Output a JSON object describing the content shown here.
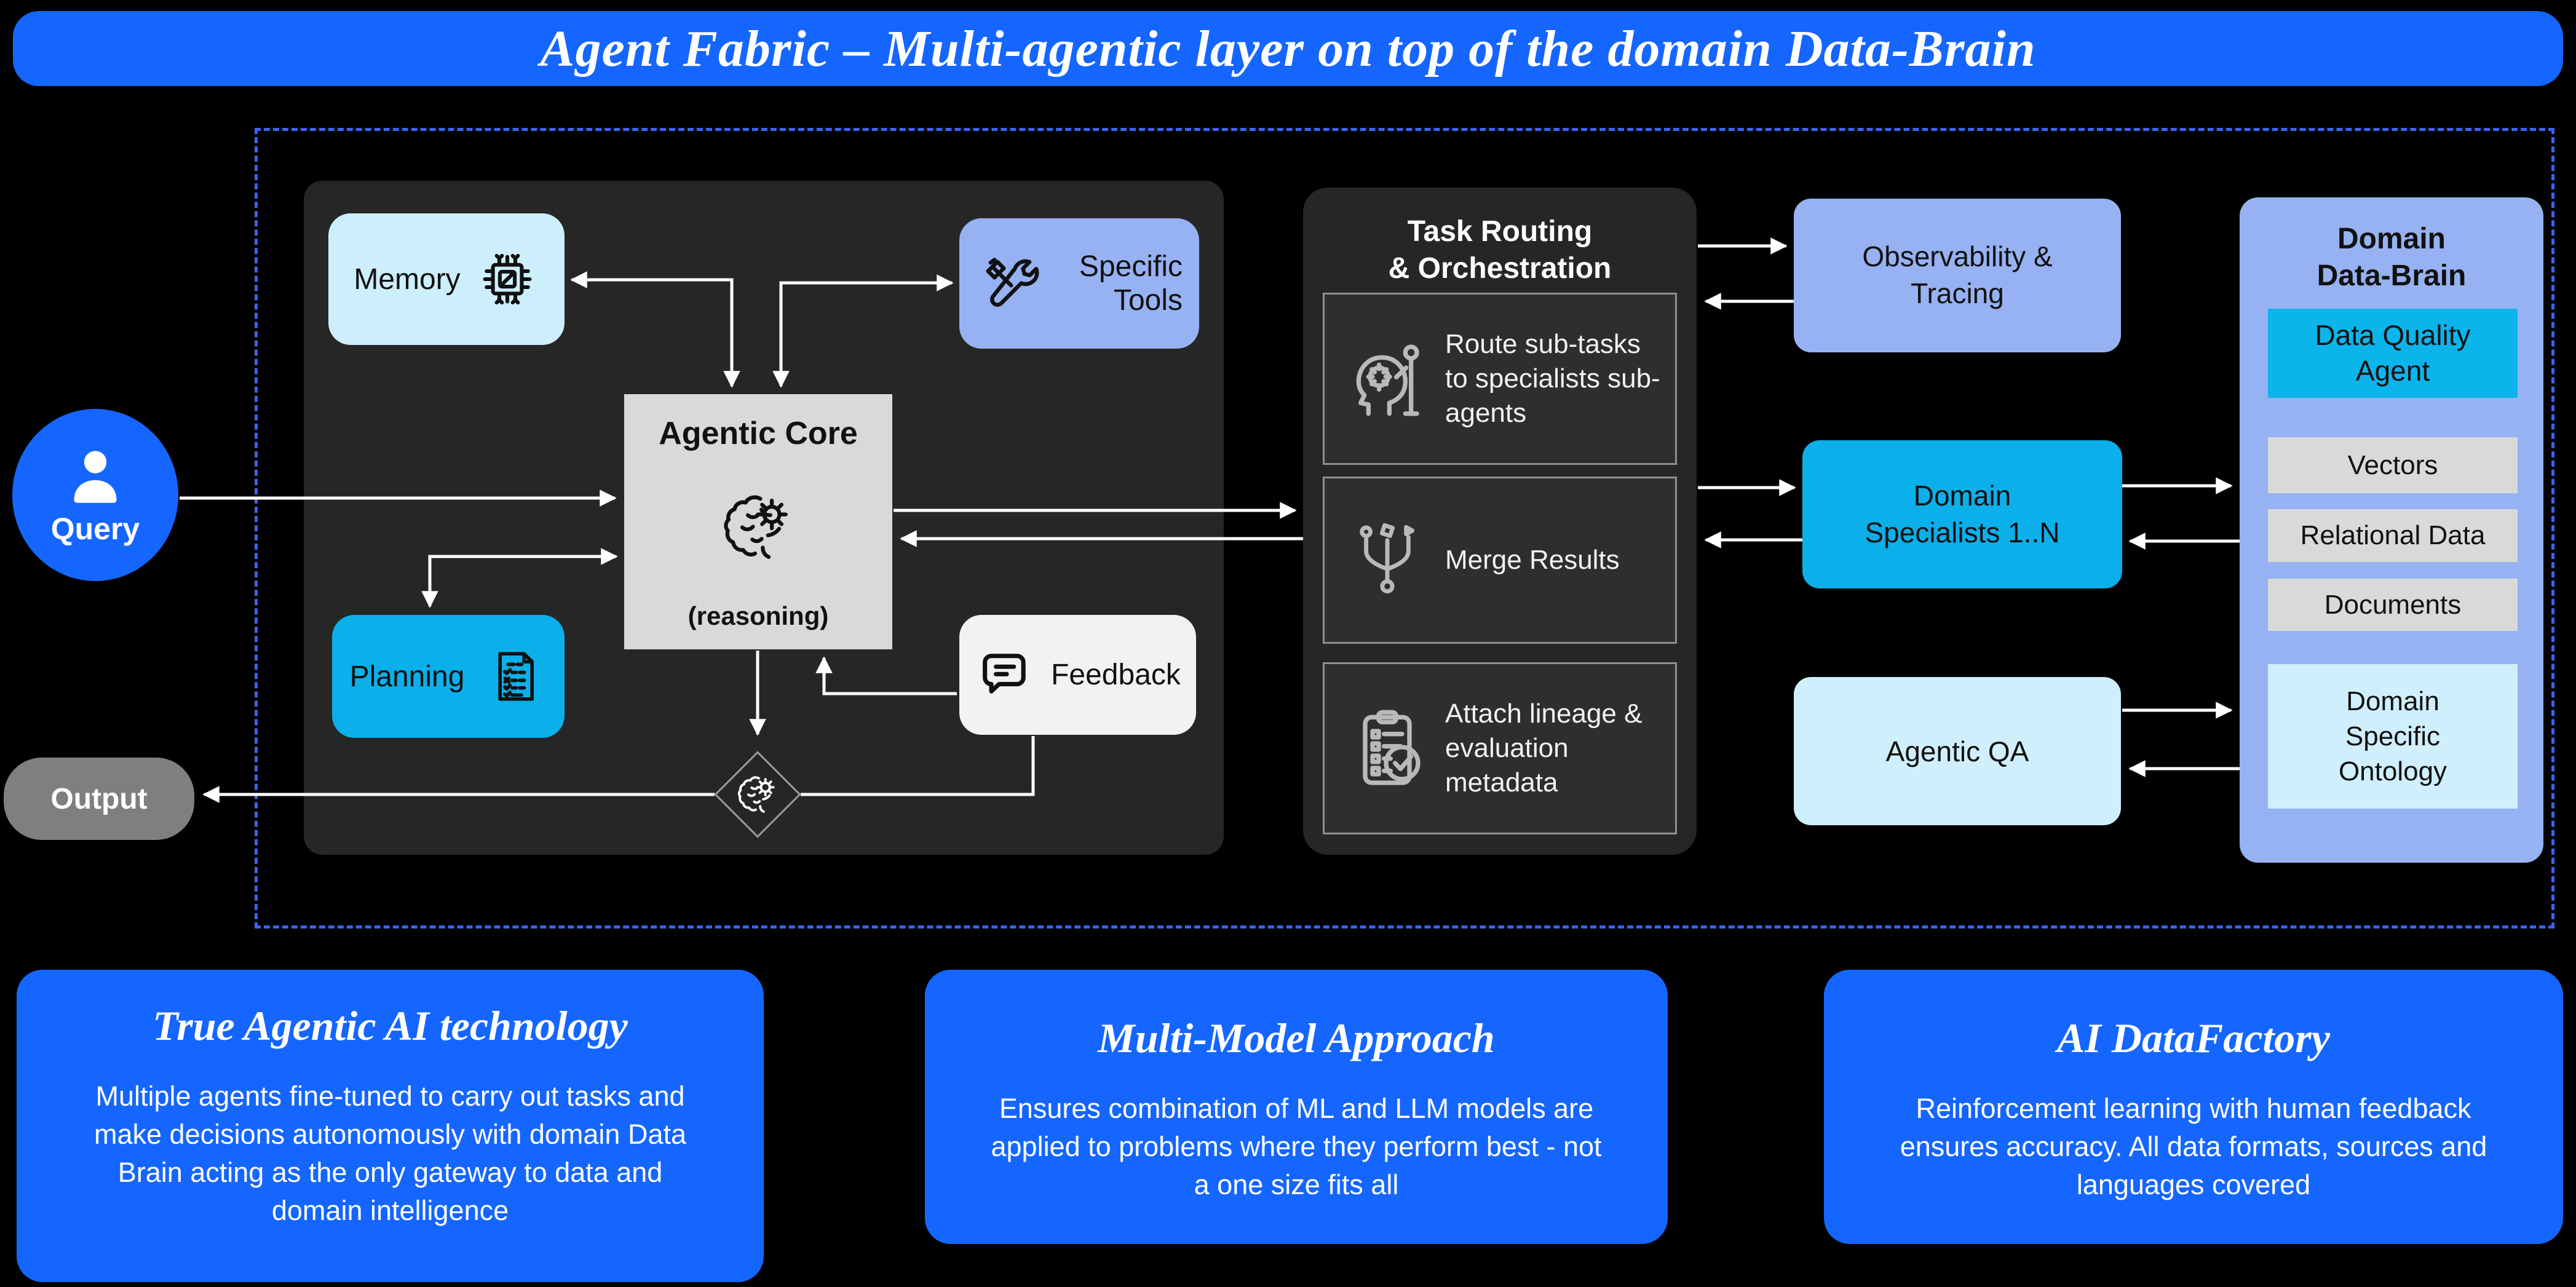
{
  "title": "Agent Fabric – Multi-agentic layer on top of the domain Data-Brain",
  "colors": {
    "accent_blue": "#1566ff",
    "panel_dark": "#262626",
    "cyan": "#0bafe9",
    "periwinkle": "#96b2f2",
    "light_cyan": "#cfeffc",
    "light_blue": "#cdeefb",
    "core_gray": "#d9d9d9",
    "output_gray": "#7f7f7f",
    "dashed_border": "#3a63f0",
    "arrow": "#ffffff"
  },
  "io": {
    "query_label": "Query",
    "output_label": "Output"
  },
  "agent_panel": {
    "memory_label": "Memory",
    "tools_label": "Specific Tools",
    "core_title": "Agentic Core",
    "core_subtitle": "(reasoning)",
    "planning_label": "Planning",
    "feedback_label": "Feedback"
  },
  "routing": {
    "title": "Task Routing\n& Orchestration",
    "items": [
      "Route sub-tasks to specialists sub-agents",
      "Merge Results",
      "Attach lineage & evaluation metadata"
    ]
  },
  "services": {
    "observability_label": "Observability & Tracing",
    "specialists_label": "Domain Specialists 1..N",
    "qa_label": "Agentic QA"
  },
  "data_brain": {
    "title": "Domain\nData-Brain",
    "items": [
      "Data Quality Agent",
      "Vectors",
      "Relational Data",
      "Documents",
      "Domain Specific Ontology"
    ]
  },
  "cards": [
    {
      "title": "True Agentic AI technology",
      "body": "Multiple agents fine-tuned to carry out tasks and make decisions autonomously with domain Data Brain acting as the only gateway to data and domain intelligence"
    },
    {
      "title": "Multi-Model Approach",
      "body": "Ensures combination of ML and LLM models are applied to problems where they perform best - not a one size fits all"
    },
    {
      "title": "AI DataFactory",
      "body": "Reinforcement learning with human feedback ensures accuracy. All data formats, sources and languages covered"
    }
  ],
  "icons": {
    "query": "person-icon",
    "memory": "chip-icon",
    "tools": "hammer-wrench-icon",
    "core": "brain-gear-icon",
    "planning": "checklist-icon",
    "feedback": "speech-bubble-icon",
    "route": "head-gear-icon",
    "merge": "merge-flow-icon",
    "lineage": "clipboard-check-icon",
    "decision": "brain-diamond-icon"
  }
}
